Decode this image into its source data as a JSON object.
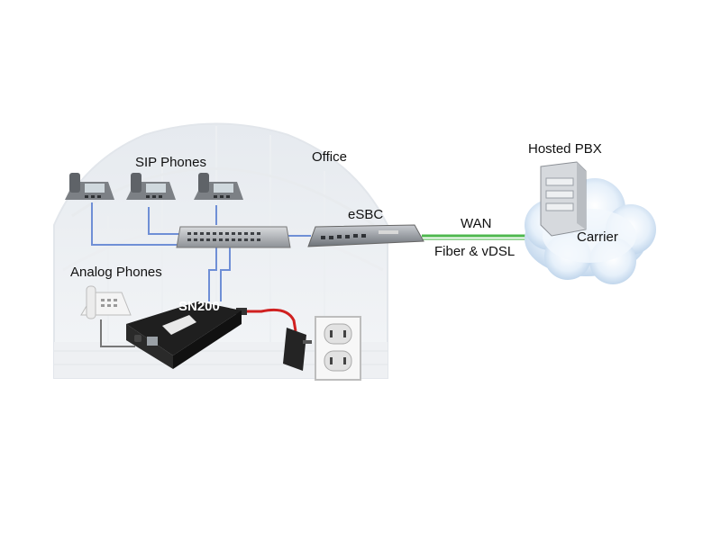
{
  "labels": {
    "office": "Office",
    "sip_phones": "SIP Phones",
    "analog_phones": "Analog Phones",
    "esbc": "eSBC",
    "wan": "WAN",
    "fiber_vdsl": "Fiber & vDSL",
    "hosted_pbx": "Hosted PBX",
    "carrier": "Carrier",
    "sn200": "SN200"
  },
  "colors": {
    "lan_link": "#6f8fd6",
    "wan_link": "#4fb84f",
    "power_cord": "#d02020",
    "building": "#dfe4ea",
    "cloud": "#dbe9f7"
  }
}
